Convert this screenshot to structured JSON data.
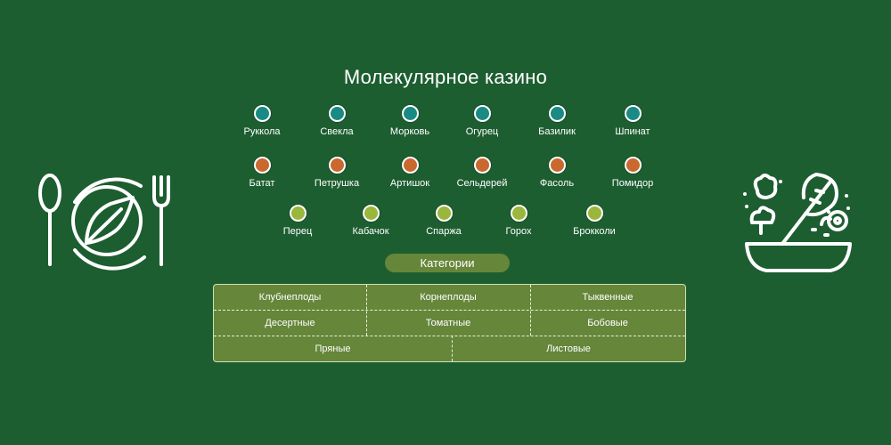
{
  "title": "Молекулярное казино",
  "colors": {
    "background": "#1d5e31",
    "teal": "#1a8a84",
    "orange": "#c9682f",
    "lime": "#9ab63c",
    "panel": "#66863a"
  },
  "rows": [
    {
      "color": "teal",
      "items": [
        "Руккола",
        "Свекла",
        "Морковь",
        "Огурец",
        "Базилик",
        "Шпинат"
      ]
    },
    {
      "color": "orange",
      "items": [
        "Батат",
        "Петрушка",
        "Артишок",
        "Сельдерей",
        "Фасоль",
        "Помидор"
      ]
    },
    {
      "color": "lime",
      "items": [
        "Перец",
        "Кабачок",
        "Спаржа",
        "Горох",
        "Брокколи"
      ]
    }
  ],
  "category_button": "Категории",
  "categories": {
    "row1": [
      "Клубнеплоды",
      "Корнеплоды",
      "Тыквенные"
    ],
    "row2": [
      "Десертные",
      "Томатные",
      "Бобовые"
    ],
    "row3": [
      "Пряные",
      "Листовые"
    ]
  },
  "icons": {
    "left": "plate-cutlery-icon",
    "right": "salad-bowl-icon"
  }
}
